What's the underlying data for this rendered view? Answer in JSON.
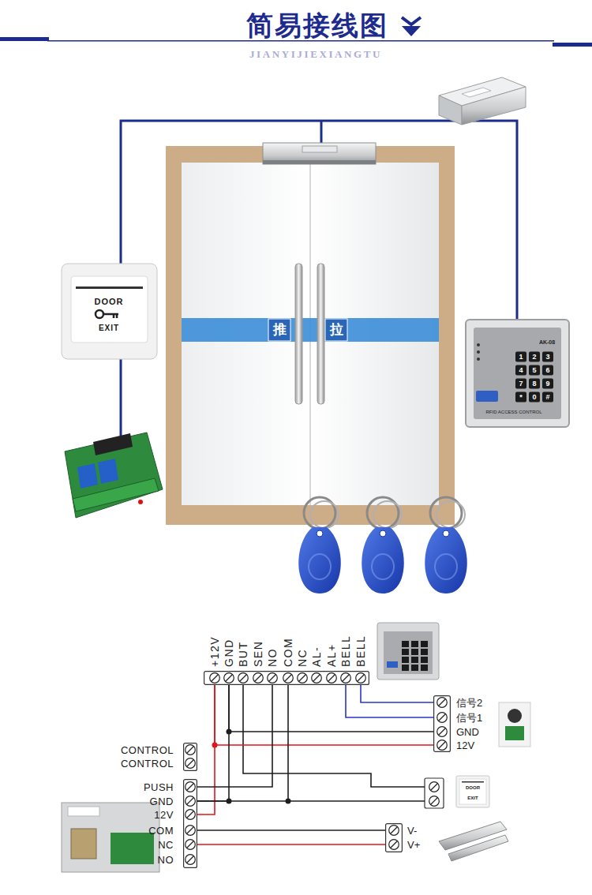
{
  "diagram": {
    "title": "简易接线图",
    "nodes": [
      {
        "text": [
          "+12V",
          "GND",
          "BUT",
          "SEN",
          "NO",
          "COM",
          "NC",
          "AL-",
          "AL+",
          "BELL",
          "BELL"
        ]
      },
      {
        "text": [
          "信号2",
          "信号1",
          "GND",
          "12V"
        ]
      },
      {
        "text": [
          "CONTROL",
          "CONTROL"
        ]
      },
      {
        "text": [
          "PUSH",
          "GND",
          "12V",
          "COM",
          "NC",
          "NO"
        ]
      },
      {
        "text": [
          "V-",
          "V+"
        ]
      }
    ],
    "edges": [
      {
        "from": 0,
        "to": 1,
        "arrow": "none"
      },
      {
        "from": 0,
        "to": 3,
        "arrow": "none"
      },
      {
        "from": 0,
        "to": 1,
        "arrow": "none"
      },
      {
        "from": 0,
        "to": 3,
        "arrow": "none"
      },
      {
        "from": 0,
        "to": 3,
        "arrow": "none"
      },
      {
        "from": 0,
        "to": 3,
        "arrow": "none"
      },
      {
        "from": 0,
        "to": 1,
        "arrow": "none"
      },
      {
        "from": 0,
        "to": 1,
        "arrow": "none"
      },
      {
        "from": 3,
        "to": 4,
        "arrow": "none"
      },
      {
        "from": 3,
        "to": 4,
        "arrow": "none"
      }
    ],
    "labels": [
      "JIANYIJIEXIANGTU",
      "推",
      "拉",
      "DOOR",
      "EXIT",
      "AK-08",
      "1",
      "2",
      "3",
      "4",
      "5",
      "6",
      "7",
      "8",
      "9",
      "*",
      "0",
      "#",
      "RFID ACCESS CONTROL",
      "DOOR",
      "EXIT"
    ]
  }
}
